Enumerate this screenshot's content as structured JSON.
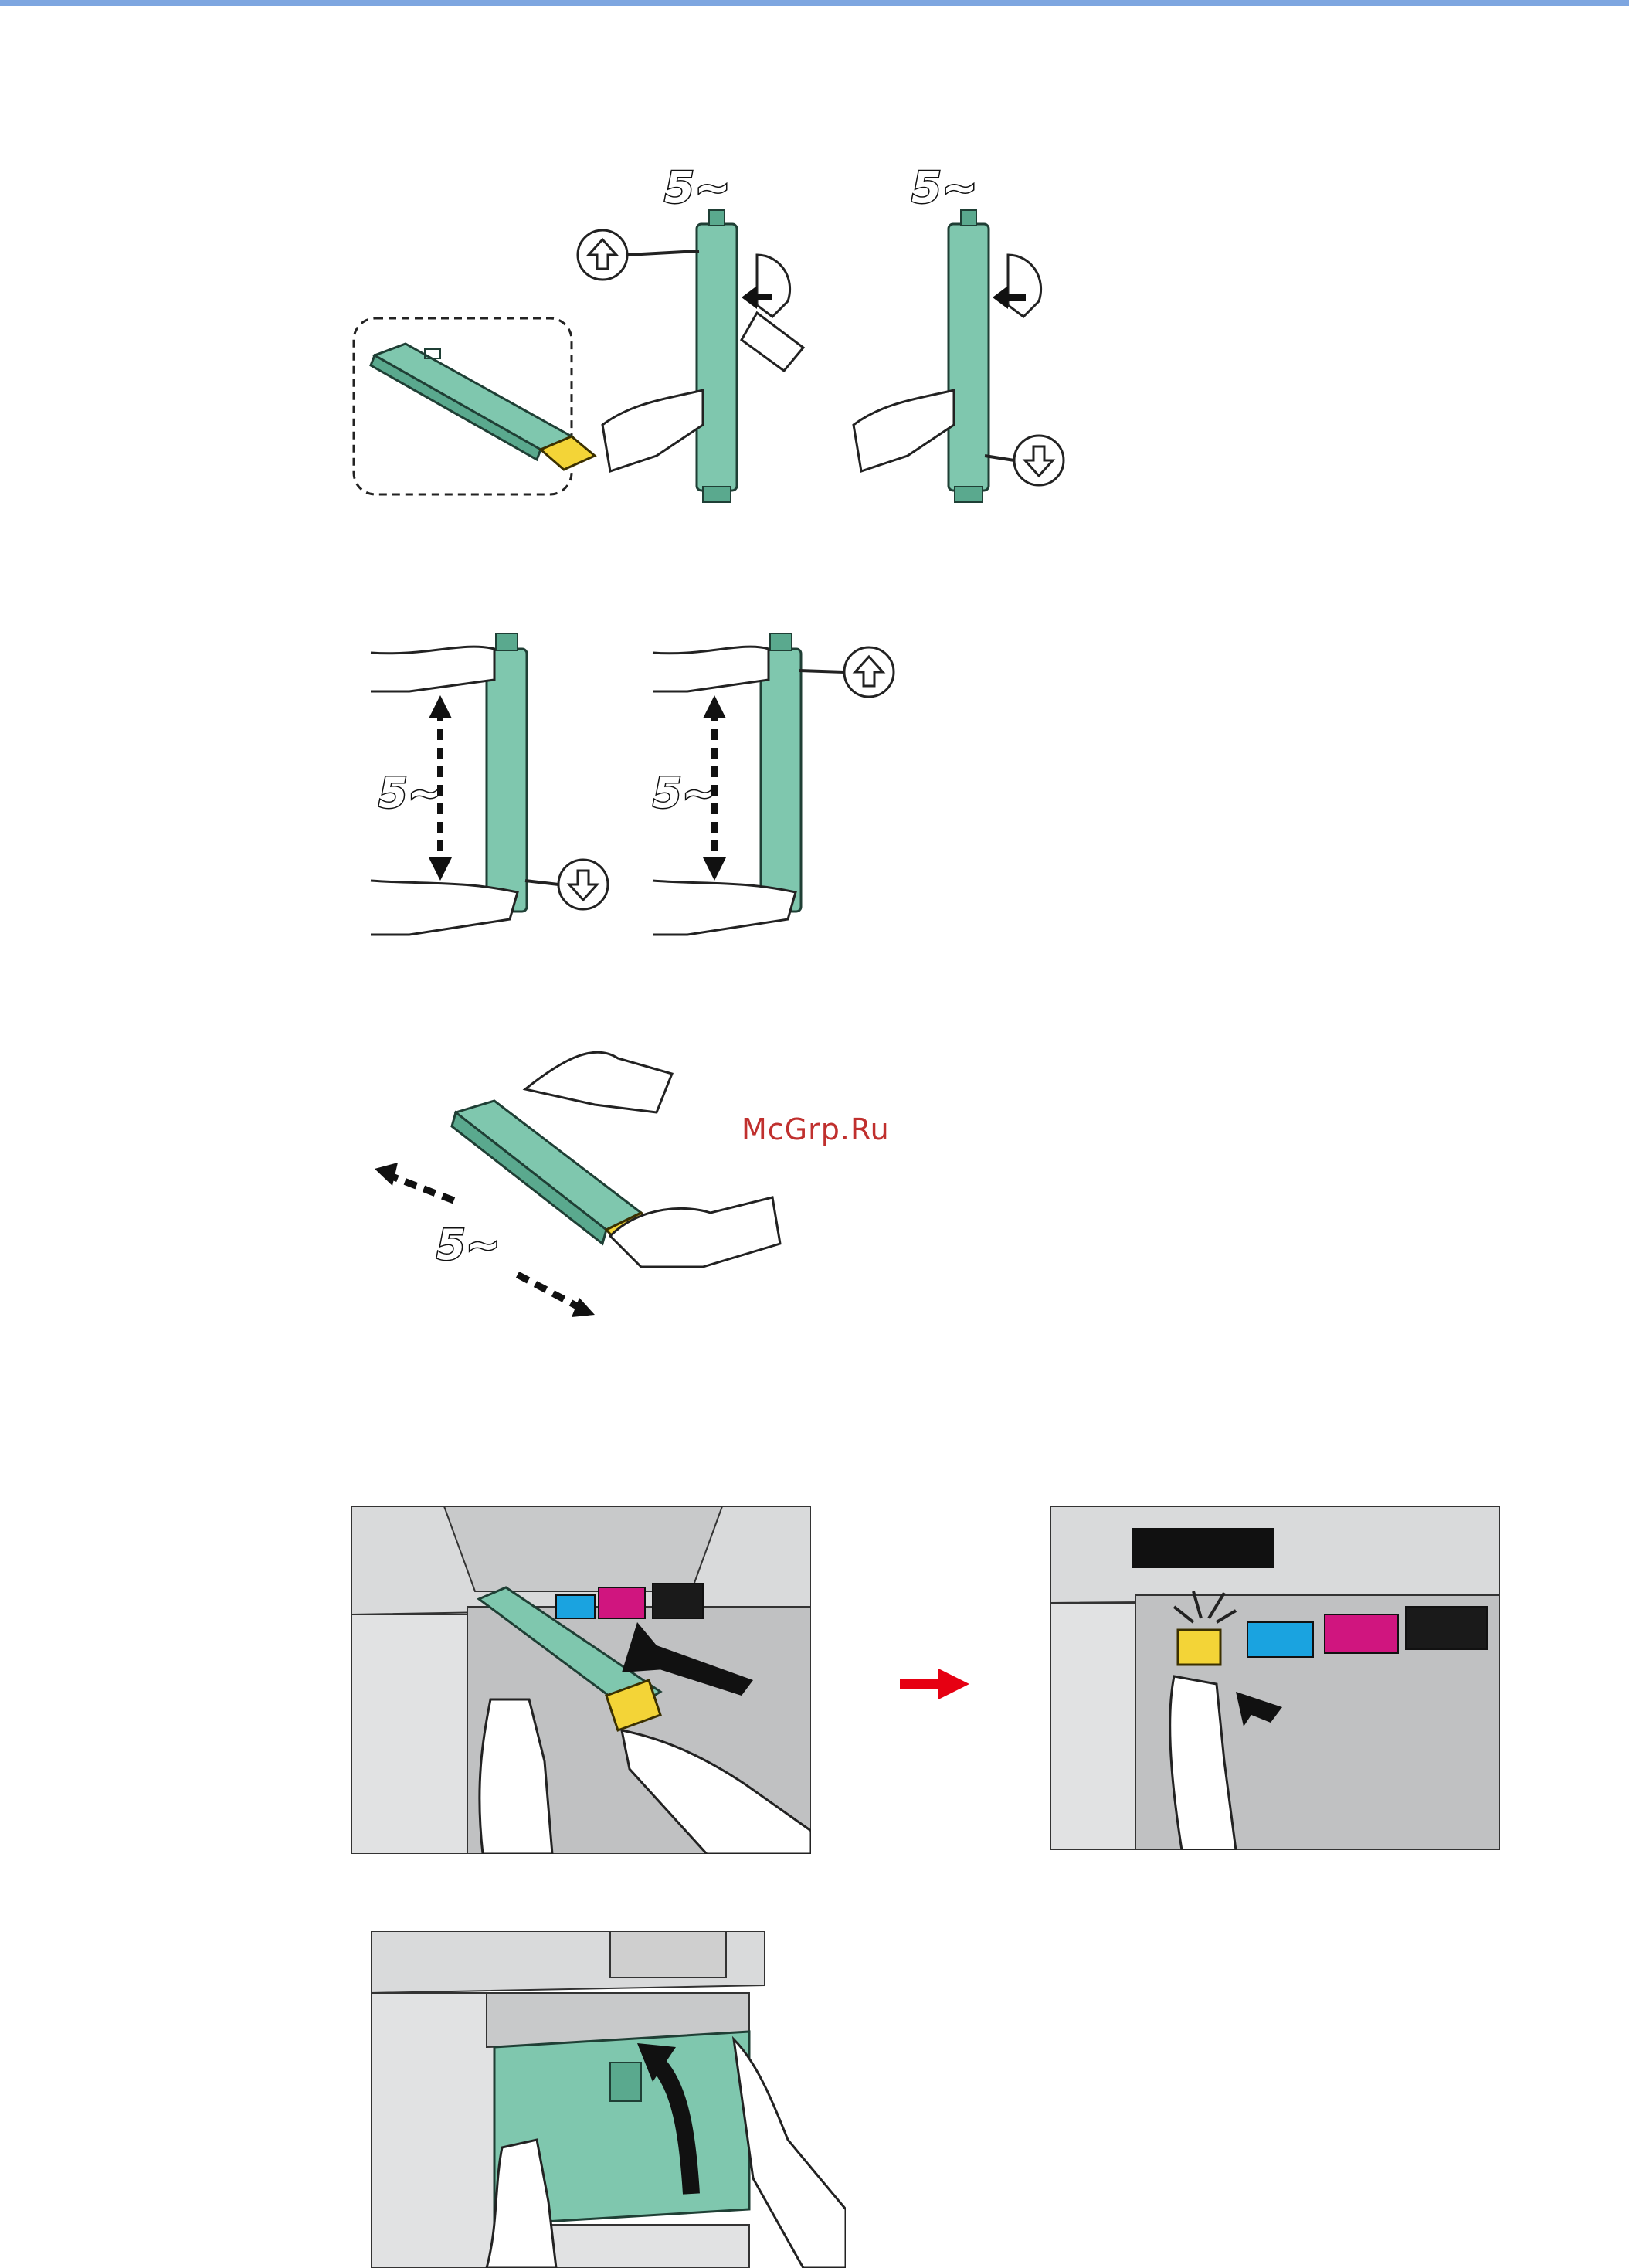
{
  "page": {
    "accent": "#7ea6e0",
    "watermark": "McGrp.Ru"
  },
  "figures": {
    "shake_vertical": {
      "count_label": "5~"
    },
    "shake_vertical_second": {
      "count_label": "5~"
    },
    "shake_up_down_left": {
      "count_label": "5~"
    },
    "shake_up_down_right": {
      "count_label": "5~"
    },
    "shake_horizontal": {
      "count_label": "5~"
    }
  },
  "colors": {
    "toner_body": "#7fc7ae",
    "toner_cap": "#f3d437",
    "cyan": "#1aa3e0",
    "magenta": "#d0157f",
    "black": "#1a1a1a",
    "next_arrow": "#e60012",
    "printer_grey": "#d9dadb"
  },
  "icons": [
    "arrow-up-circle-icon",
    "arrow-down-circle-icon",
    "insert-arrow-icon",
    "next-step-arrow-icon",
    "rotate-close-arrow-icon"
  ]
}
